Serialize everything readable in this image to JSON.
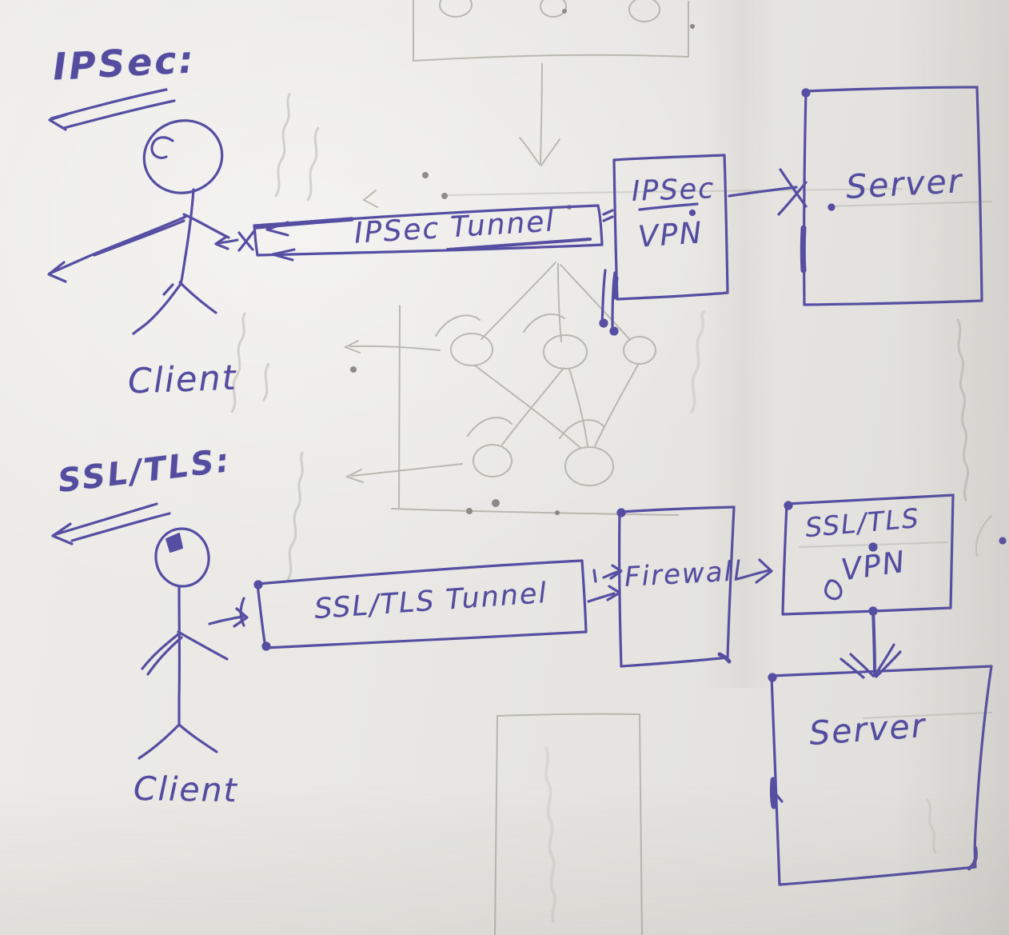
{
  "colors": {
    "ink": "#564ea2",
    "pencil": "#a8a79e",
    "paper": "#e8e7e3"
  },
  "ipsec_flow": {
    "heading": "IPSec:",
    "client_label": "Client",
    "tunnel_label": "IPSec Tunnel",
    "gateway_line1": "IPSec",
    "gateway_line2": "VPN",
    "server_label": "Server"
  },
  "ssl_flow": {
    "heading": "SSL/TLS:",
    "client_label": "Client",
    "tunnel_label": "SSL/TLS Tunnel",
    "firewall_label": "Firewall",
    "gateway_line1": "SSL/TLS",
    "gateway_line2": "VPN",
    "server_label": "Server"
  }
}
